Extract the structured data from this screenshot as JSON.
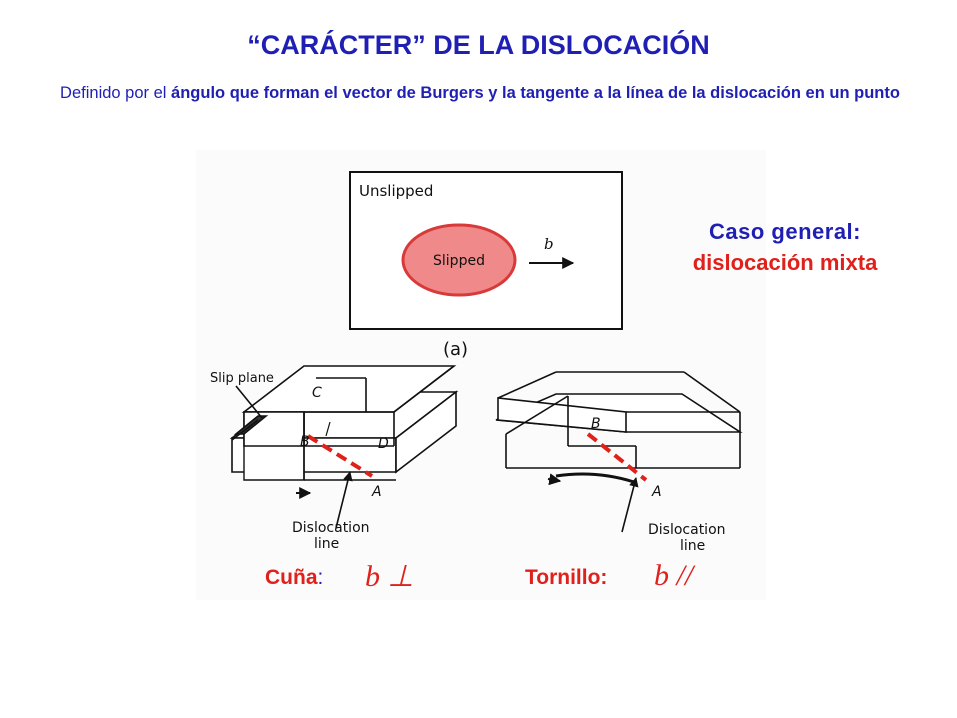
{
  "title": "“CARÁCTER” DE LA DISLOCACIÓN",
  "subtitle": {
    "prefix": "Definido por el ",
    "emphasis": "ángulo que forman el vector de Burgers y la tangente a la línea de la dislocación en un punto"
  },
  "caso_general": {
    "line1": "Caso general:",
    "line2": "dislocación mixta"
  },
  "figure": {
    "panel_a": {
      "unslipped": "Unslipped",
      "slipped": "Slipped",
      "vector": "b",
      "caption": "(a)"
    },
    "edge": {
      "slip_plane": "Slip plane",
      "point_c": "C",
      "point_b": "B",
      "point_d": "D",
      "point_a": "A",
      "dislocation": "Dislocation",
      "line": "line"
    },
    "screw": {
      "point_b": "B",
      "point_a": "A",
      "dislocation": "Dislocation",
      "line": "line"
    }
  },
  "edge_label": {
    "word": "Cuña",
    "colon": ":",
    "symbol": "b ⊥"
  },
  "screw_label": {
    "word": "Tornillo:",
    "symbol": "b //"
  },
  "colors": {
    "title_blue": "#1f1fb4",
    "accent_red": "#e0201b",
    "slipped_fill": "#f08a8a"
  }
}
